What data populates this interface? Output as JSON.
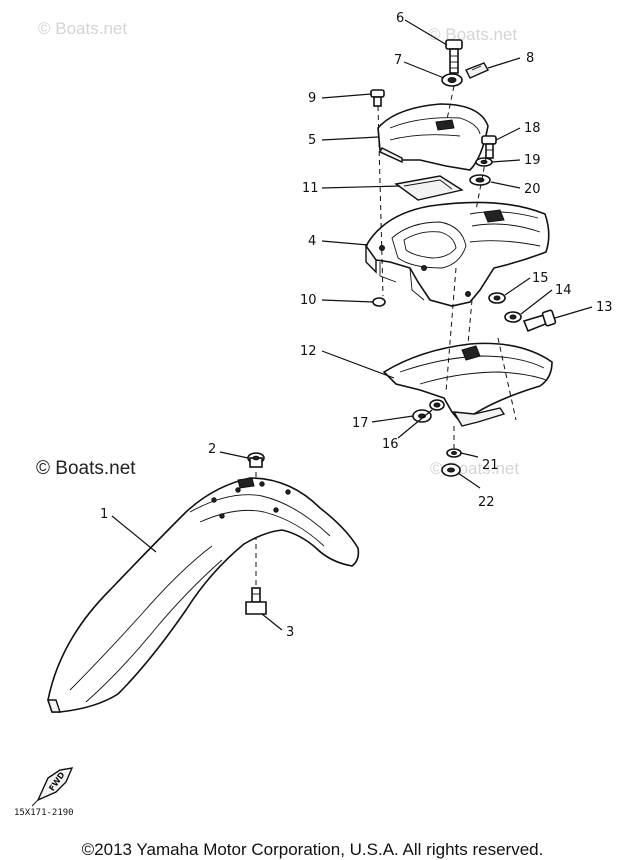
{
  "watermarks": {
    "top_left": "© Boats.net",
    "top_right": "© Boats.net",
    "left_middle": "© Boats.net",
    "right_middle": "© Boats.net"
  },
  "callouts": {
    "p1": "1",
    "p2": "2",
    "p3": "3",
    "p4": "4",
    "p5": "5",
    "p6": "6",
    "p7": "7",
    "p8": "8",
    "p9": "9",
    "p10": "10",
    "p11": "11",
    "p12": "12",
    "p13": "13",
    "p14": "14",
    "p15": "15",
    "p16": "16",
    "p17": "17",
    "p18": "18",
    "p19": "19",
    "p20": "20",
    "p21": "21",
    "p22": "22"
  },
  "direction_marker": "FWD",
  "drawing_code": "15X171-2190",
  "copyright": "©2013 Yamaha Motor Corporation, U.S.A. All rights reserved."
}
